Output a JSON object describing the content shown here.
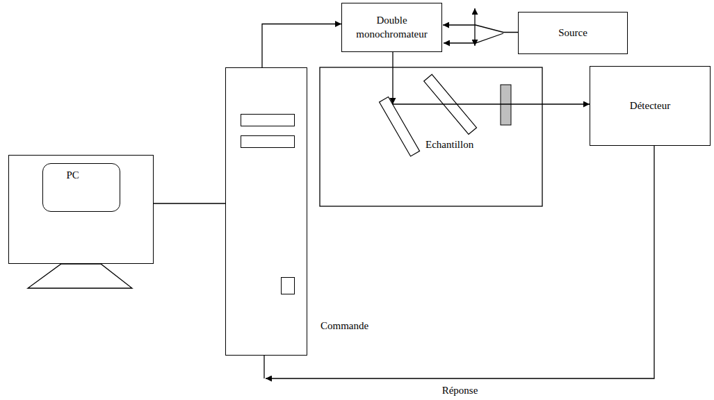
{
  "diagram": {
    "nodes": [
      {
        "text": [
          "Double monochromateur"
        ]
      },
      {
        "text": [
          "Source"
        ]
      },
      {
        "text": [
          "PC"
        ]
      },
      {
        "text": [
          "Commande"
        ]
      },
      {
        "text": [
          "Détecteur"
        ]
      }
    ],
    "edges": [
      {
        "from": 3,
        "to": 0,
        "arrow": "to"
      },
      {
        "from": 1,
        "to": 0,
        "arrow": "to"
      },
      {
        "from": 0,
        "to": 4,
        "arrow": "to"
      },
      {
        "from": 2,
        "to": 3,
        "arrow": "none"
      },
      {
        "from": 4,
        "to": 3,
        "label": "Réponse",
        "arrow": "to"
      }
    ],
    "labels": [
      "Echantillon"
    ]
  }
}
